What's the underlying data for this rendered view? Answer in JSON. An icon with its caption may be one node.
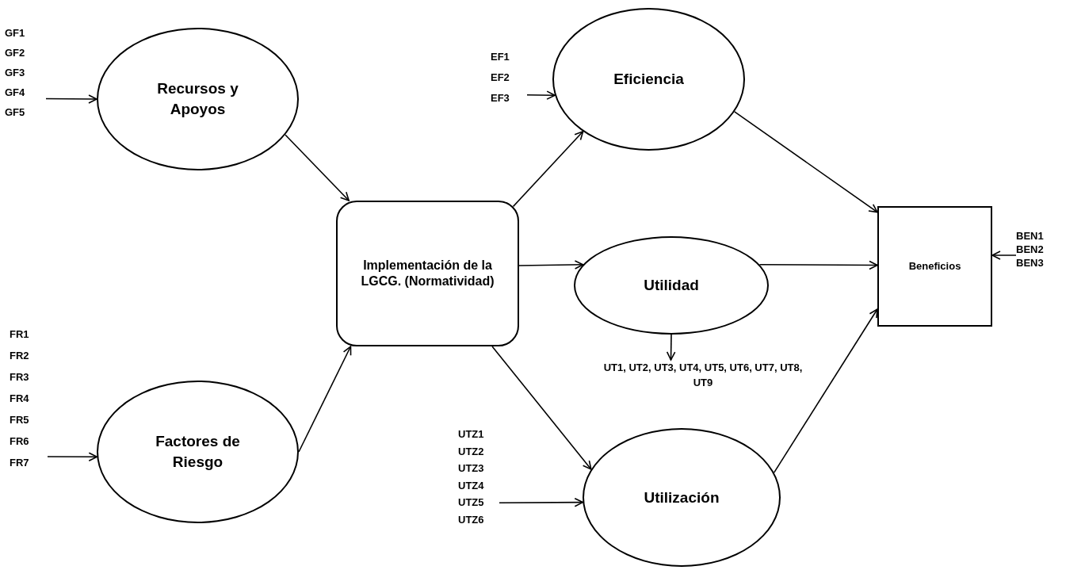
{
  "diagram": {
    "nodes": [
      {
        "text": [
          "GF1",
          "GF2",
          "GF3",
          "GF4",
          "GF5"
        ]
      },
      {
        "text": [
          "Recursos y Apoyos"
        ]
      },
      {
        "text": [
          "FR1",
          "FR2",
          "FR3",
          "FR4",
          "FR5",
          "FR6",
          "FR7"
        ]
      },
      {
        "text": [
          "Factores de Riesgo"
        ]
      },
      {
        "text": [
          "Implementación de la LGCG. (Normatividad)"
        ]
      },
      {
        "text": [
          "EF1",
          "EF2",
          "EF3"
        ]
      },
      {
        "text": [
          "Eficiencia"
        ]
      },
      {
        "text": [
          "Utilidad"
        ]
      },
      {
        "text": [
          "UT1, UT2, UT3, UT4, UT5, UT6, UT7, UT8, UT9"
        ]
      },
      {
        "text": [
          "UTZ1",
          "UTZ2",
          "UTZ3",
          "UTZ4",
          "UTZ5",
          "UTZ6"
        ]
      },
      {
        "text": [
          "Utilización"
        ]
      },
      {
        "text": [
          "Beneficios"
        ]
      },
      {
        "text": [
          "BEN1",
          "BEN2",
          "BEN3"
        ]
      }
    ],
    "edges": [
      {
        "from": 0,
        "to": 1,
        "arrow": "to"
      },
      {
        "from": 2,
        "to": 3,
        "arrow": "to"
      },
      {
        "from": 1,
        "to": 4,
        "arrow": "to"
      },
      {
        "from": 3,
        "to": 4,
        "arrow": "to"
      },
      {
        "from": 5,
        "to": 6,
        "arrow": "to"
      },
      {
        "from": 4,
        "to": 6,
        "arrow": "to"
      },
      {
        "from": 4,
        "to": 7,
        "arrow": "to"
      },
      {
        "from": 4,
        "to": 10,
        "arrow": "to"
      },
      {
        "from": 7,
        "to": 8,
        "arrow": "to"
      },
      {
        "from": 9,
        "to": 10,
        "arrow": "to"
      },
      {
        "from": 6,
        "to": 11,
        "arrow": "to"
      },
      {
        "from": 7,
        "to": 11,
        "arrow": "to"
      },
      {
        "from": 10,
        "to": 11,
        "arrow": "to"
      },
      {
        "from": 12,
        "to": 11,
        "arrow": "to"
      }
    ]
  }
}
